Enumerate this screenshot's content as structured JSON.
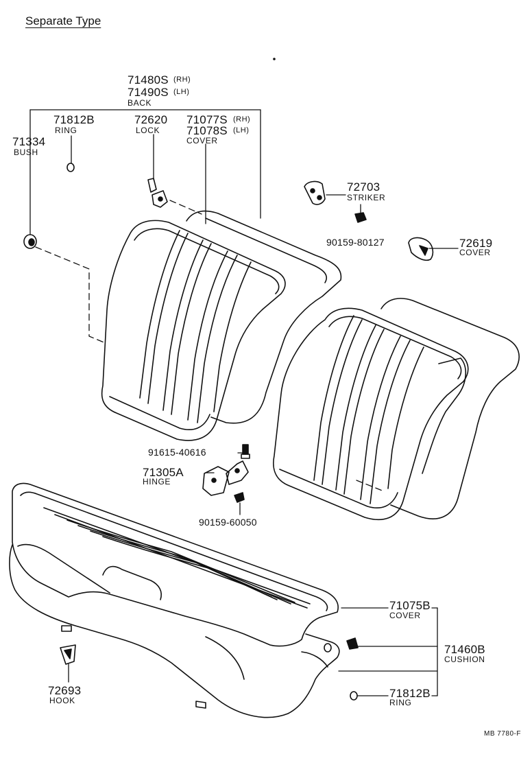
{
  "title": "Separate Type",
  "diagram_id": "MB  7780-F",
  "parts": {
    "back_rh": {
      "number": "71480S",
      "side": "(RH)"
    },
    "back_lh": {
      "number": "71490S",
      "side": "(LH)"
    },
    "back_name": "BACK",
    "ring_top": {
      "number": "71812B",
      "name": "RING"
    },
    "lock": {
      "number": "72620",
      "name": "LOCK"
    },
    "cover_back_rh": {
      "number": "71077S",
      "side": "(RH)"
    },
    "cover_back_lh": {
      "number": "71078S",
      "side": "(LH)"
    },
    "cover_back_name": "COVER",
    "bush": {
      "number": "71334",
      "name": "BUSH"
    },
    "striker": {
      "number": "72703",
      "name": "STRIKER"
    },
    "bolt_striker": {
      "number": "90159-80127"
    },
    "cover_small": {
      "number": "72619",
      "name": "COVER"
    },
    "bolt_hinge_top": {
      "number": "91615-40616"
    },
    "hinge": {
      "number": "71305A",
      "name": "HINGE"
    },
    "bolt_hinge_bottom": {
      "number": "90159-60050"
    },
    "cover_cushion": {
      "number": "71075B",
      "name": "COVER"
    },
    "cushion": {
      "number": "71460B",
      "name": "CUSHION"
    },
    "ring_bottom": {
      "number": "71812B",
      "name": "RING"
    },
    "hook": {
      "number": "72693",
      "name": "HOOK"
    }
  }
}
